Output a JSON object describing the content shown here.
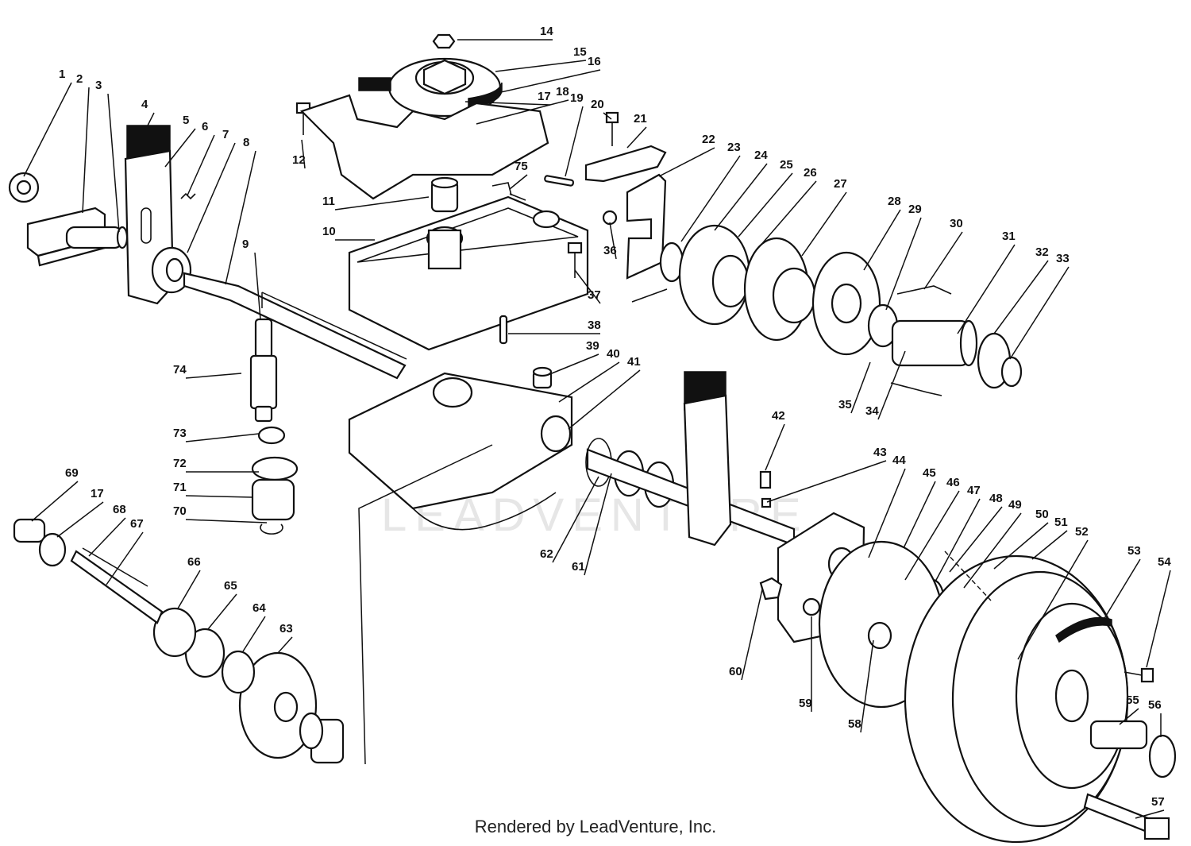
{
  "diagram": {
    "watermark": "LEADVENTURE",
    "footer_credit": "Rendered by LeadVenture, Inc.",
    "callouts": [
      "1",
      "2",
      "3",
      "4",
      "5",
      "6",
      "7",
      "8",
      "9",
      "10",
      "11",
      "12",
      "14",
      "15",
      "16",
      "17",
      "17",
      "18",
      "19",
      "20",
      "21",
      "22",
      "23",
      "24",
      "25",
      "26",
      "27",
      "28",
      "29",
      "30",
      "31",
      "32",
      "33",
      "34",
      "35",
      "36",
      "37",
      "38",
      "39",
      "40",
      "41",
      "42",
      "43",
      "44",
      "45",
      "46",
      "47",
      "48",
      "49",
      "50",
      "51",
      "52",
      "53",
      "54",
      "55",
      "56",
      "57",
      "58",
      "59",
      "60",
      "61",
      "62",
      "63",
      "64",
      "65",
      "66",
      "67",
      "68",
      "69",
      "70",
      "71",
      "72",
      "73",
      "74",
      "75"
    ]
  }
}
